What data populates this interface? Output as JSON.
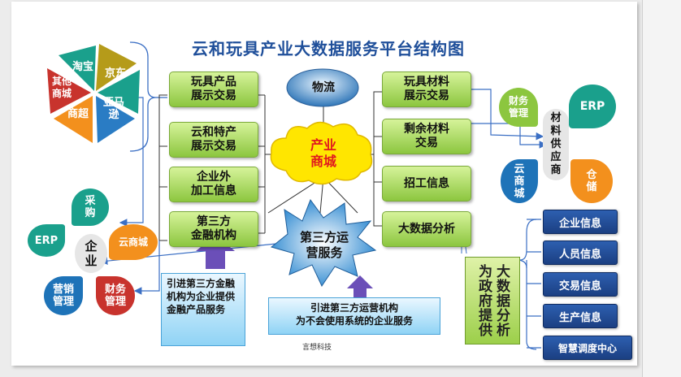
{
  "title": "云和玩具产业大数据服务平台结构图",
  "left_boxes": [
    "玩具产品\n展示交易",
    "云和特产\n展示交易",
    "企业外\n加工信息",
    "第三方\n金融机构"
  ],
  "right_boxes": [
    "玩具材料\n展示交易",
    "剩余材料\n交易",
    "招工信息",
    "大数据分析"
  ],
  "center": {
    "logistics": "物流",
    "mall": "产业\n商城",
    "ops": "第三方运\n营服务"
  },
  "pie": [
    "淘宝",
    "京东",
    "亚马\n逊",
    "商超",
    "其他\n商城"
  ],
  "enterprise": {
    "center": "企\n业",
    "petals": [
      "采\n购",
      "云商城",
      "财务\n管理",
      "营销\n管理",
      "ERP"
    ]
  },
  "supplier": {
    "center": "材\n料\n供\n应\n商",
    "petals": [
      "财务\n管理",
      "ERP",
      "仓\n储",
      "云\n商\n城"
    ]
  },
  "notes": {
    "finance": "引进第三方金融机构为企业提供金融产品服务",
    "ops": "引进第三方运营机构\n为不会使用系统的企业服务"
  },
  "gov": {
    "col1": "为政府提供",
    "col2": "大数据分析"
  },
  "info_items": [
    "企业信息",
    "人员信息",
    "交易信息",
    "生产信息",
    "智慧调度中心"
  ],
  "watermark": "言想科技",
  "colors": {
    "green": "#8cc63f",
    "teal": "#1aa08c",
    "orange": "#f3901d",
    "blue": "#1e73b8",
    "red": "#c8332d",
    "navy": "#1b3f82",
    "cloud": "#ffe600",
    "title": "#1f4f9a"
  }
}
